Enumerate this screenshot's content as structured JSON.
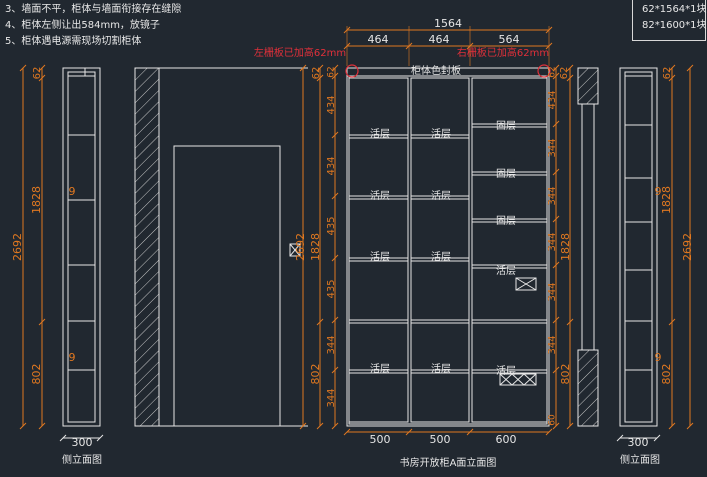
{
  "notes": [
    "3、墙面不平，柜体与墙面衔接存在缝隙",
    "4、柜体左侧让出584mm，放镜子",
    "5、柜体遇电源需现场切割柜体"
  ],
  "legend": [
    "62*1564*1块",
    "82*1600*1块"
  ],
  "top_dims": {
    "total": "1564",
    "parts": [
      "464",
      "464",
      "564"
    ]
  },
  "bottom_dims": [
    "500",
    "500",
    "600"
  ],
  "annotations": {
    "left_shelf": "左栅板已加高62mm",
    "right_shelf": "右栅板已加高62mm"
  },
  "cabinet_label": "柜体色封板",
  "shelf_labels": {
    "col1": [
      "活层",
      "活层",
      "活层",
      "活层"
    ],
    "col2": [
      "活层",
      "活层",
      "活层",
      "活层"
    ],
    "col3": [
      "固层",
      "固层",
      "固层",
      "活层",
      "活层"
    ]
  },
  "main_left_dims": [
    "62",
    "434",
    "434",
    "1828",
    "435",
    "435",
    "344",
    "344",
    "802",
    "344"
  ],
  "main_right_dims": [
    "62",
    "434",
    "344",
    "344",
    "344",
    "344",
    "344",
    "344",
    "802",
    "60"
  ],
  "main_height": "2692",
  "inner_height": "1828",
  "inner_lower": "802",
  "side_left": {
    "dims": [
      "62",
      "1828",
      "802",
      "9",
      "9"
    ],
    "height": "2692",
    "width": "300",
    "title": "侧立面图"
  },
  "side_right": {
    "dims": [
      "62",
      "1828",
      "802",
      "9",
      "9"
    ],
    "height": "2692",
    "width": "300",
    "title": "侧立面图"
  },
  "main_title": "书房开放柜A面立面图",
  "colors": {
    "background": "#212830",
    "lines": "#e6e6e6",
    "dims": "#e07820",
    "annotation": "#e0303a"
  }
}
